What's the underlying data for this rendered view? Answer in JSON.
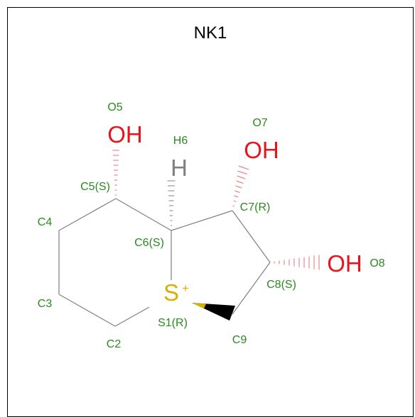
{
  "diagram": {
    "title": "NK1",
    "colors": {
      "atom_label": "#2a8a1f",
      "oxygen": "#e8141c",
      "sulfur": "#d6b100",
      "hydrogen": "#808080",
      "bond": "#808080",
      "stereo_wedge": "#000000"
    },
    "atoms": [
      {
        "id": "O5",
        "label": "O5",
        "element": "OH"
      },
      {
        "id": "H6",
        "label": "H6",
        "element": "H"
      },
      {
        "id": "O7",
        "label": "O7",
        "element": "OH"
      },
      {
        "id": "O8",
        "label": "O8",
        "element": "OH"
      },
      {
        "id": "C5",
        "label": "C5(S)"
      },
      {
        "id": "C7",
        "label": "C7(R)"
      },
      {
        "id": "C4",
        "label": "C4"
      },
      {
        "id": "C6",
        "label": "C6(S)"
      },
      {
        "id": "C8",
        "label": "C8(S)"
      },
      {
        "id": "C3",
        "label": "C3"
      },
      {
        "id": "S1",
        "label": "S1(R)",
        "element": "S",
        "charge": "+"
      },
      {
        "id": "C2",
        "label": "C2"
      },
      {
        "id": "C9",
        "label": "C9"
      }
    ]
  }
}
